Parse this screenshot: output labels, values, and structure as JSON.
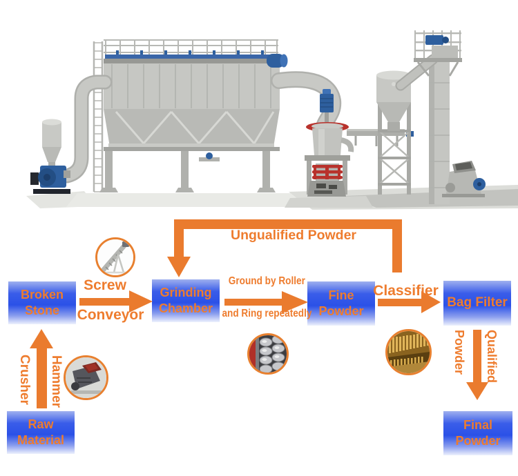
{
  "colors": {
    "accent_orange": "#EE7C2E",
    "arrow_orange": "#EA7B2E",
    "box_blue_dark": "#2B51E7",
    "box_blue_light": "#9FB0EF",
    "machine_gray": "#C6C7C3",
    "machine_blue": "#2E5F9E",
    "machine_red": "#B8322C",
    "photo_ring": "#E8802F"
  },
  "illustration": {
    "name": "grinding-mill-plant-3d-render",
    "parts": [
      "blower-fan",
      "silo-hopper",
      "air-pipe",
      "pulse-bag-dust-collector",
      "access-ladder",
      "top-railing",
      "air-duct",
      "grinding-mill",
      "mill-motor",
      "discharge-conveyor",
      "powder-collector-cyclone",
      "support-tower",
      "bucket-elevator",
      "elevator-platform",
      "hammer-crusher"
    ]
  },
  "flow": {
    "boxes": [
      {
        "label": "Broken Stone"
      },
      {
        "label": "Grinding Chamber"
      },
      {
        "label": "Fine Powder"
      },
      {
        "label": "Bag Filter"
      },
      {
        "label": "Raw Material"
      },
      {
        "label": "Final Powder"
      }
    ],
    "labels": {
      "screw_top": "Screw",
      "screw_bottom": "Conveyor",
      "ground_line1": "Ground by Roller",
      "ground_line2": "and Ring repeatedly",
      "classifier": "Classifier",
      "loop": "Ungualified Powder",
      "crusher_left": "Crusher",
      "crusher_right": "Hammer",
      "qualified_left": "Powder",
      "qualified_right": "Qualified"
    },
    "photos": [
      {
        "name": "screw-conveyor-photo"
      },
      {
        "name": "hammer-crusher-photo"
      },
      {
        "name": "grinding-rollers-photo"
      },
      {
        "name": "classifier-blades-photo"
      }
    ]
  }
}
